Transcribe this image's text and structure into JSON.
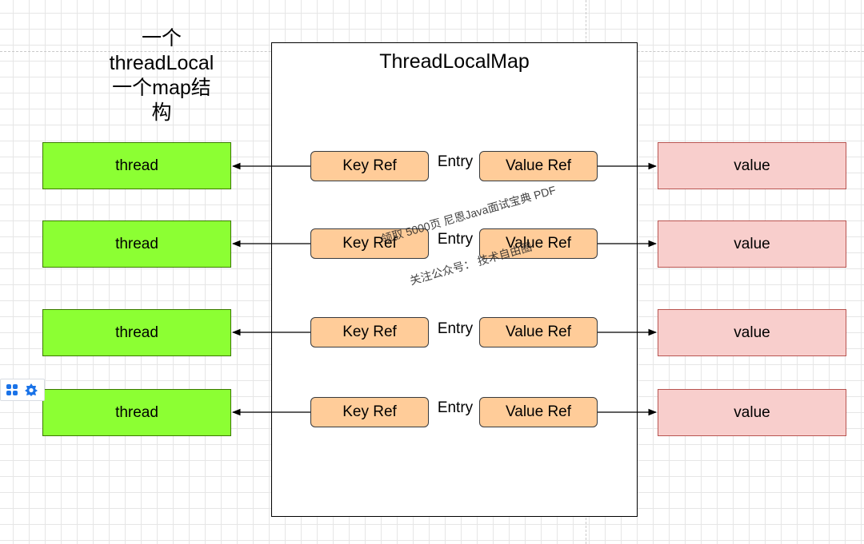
{
  "note": {
    "lines": [
      "一个",
      "threadLocal",
      "一个map结",
      "构"
    ]
  },
  "map": {
    "title": "ThreadLocalMap"
  },
  "rows": [
    {
      "thread": "thread",
      "key_ref": "Key Ref",
      "entry": "Entry",
      "value_ref": "Value Ref",
      "value": "value"
    },
    {
      "thread": "thread",
      "key_ref": "Key Ref",
      "entry": "Entry",
      "value_ref": "Value Ref",
      "value": "value"
    },
    {
      "thread": "thread",
      "key_ref": "Key Ref",
      "entry": "Entry",
      "value_ref": "Value Ref",
      "value": "value"
    },
    {
      "thread": "thread",
      "key_ref": "Key Ref",
      "entry": "Entry",
      "value_ref": "Value Ref",
      "value": "value"
    }
  ],
  "watermark": {
    "line1": "领取 5000页 尼恩Java面试宝典 PDF",
    "line2": "关注公众号： 技术自由圈"
  },
  "toolbar": {
    "icons": [
      "grid-apps-icon",
      "settings-gear-icon"
    ]
  },
  "colors": {
    "thread_fill": "#8cff33",
    "thread_stroke": "#3b7a00",
    "value_fill": "#f8cecc",
    "value_stroke": "#b85450",
    "ref_fill": "#ffcc99",
    "ref_stroke": "#36393d",
    "accent_blue": "#1a73e8"
  }
}
